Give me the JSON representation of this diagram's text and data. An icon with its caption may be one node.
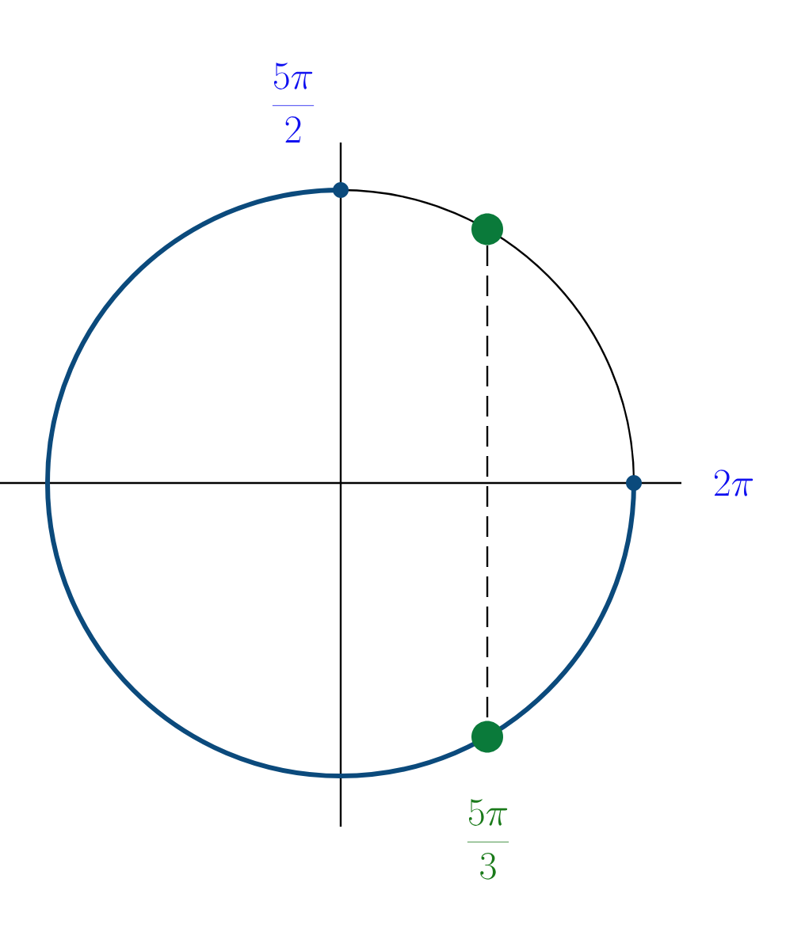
{
  "diagram": {
    "nodes": [
      {
        "text": [],
        "shape": "circle"
      },
      {
        "text": [],
        "shape": "circle"
      }
    ],
    "edges": [
      {
        "from": 0,
        "to": 1,
        "arrow": "none",
        "style": "dashed"
      }
    ],
    "labels": [
      "\\frac{5\\pi}{2}",
      "2\\pi",
      "\\frac{5\\pi}{3}"
    ]
  }
}
